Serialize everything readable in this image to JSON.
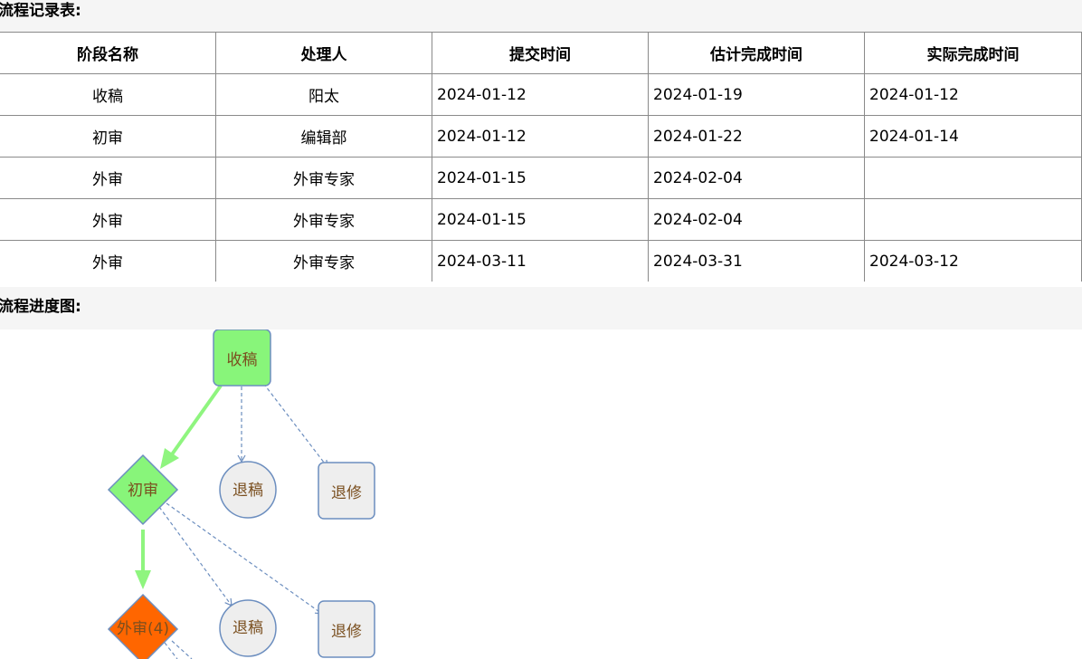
{
  "record_section": {
    "title": "流程记录表:"
  },
  "records": {
    "headers": [
      "阶段名称",
      "处理人",
      "提交时间",
      "估计完成时间",
      "实际完成时间"
    ],
    "rows": [
      [
        "收稿",
        "阳太",
        "2024-01-12",
        "2024-01-19",
        "2024-01-12"
      ],
      [
        "初审",
        "编辑部",
        "2024-01-12",
        "2024-01-22",
        "2024-01-14"
      ],
      [
        "外审",
        "外审专家",
        "2024-01-15",
        "2024-02-04",
        ""
      ],
      [
        "外审",
        "外审专家",
        "2024-01-15",
        "2024-02-04",
        ""
      ],
      [
        "外审",
        "外审专家",
        "2024-03-11",
        "2024-03-31",
        "2024-03-12"
      ]
    ]
  },
  "progress_section": {
    "title": "流程进度图:"
  },
  "flow": {
    "nodes": {
      "receive": "收稿",
      "reject1": "退稿",
      "revise1": "退修",
      "initial_review": "初审",
      "reject2": "退稿",
      "revise2": "退修",
      "external_review": "外审(4)"
    },
    "colors": {
      "done": "#88f57a",
      "current": "#ff6600",
      "pending": "#eeeeee",
      "border": "#6c8ebf",
      "text_brown": "#7a4f1f",
      "edge_done": "#8ff57f"
    }
  }
}
